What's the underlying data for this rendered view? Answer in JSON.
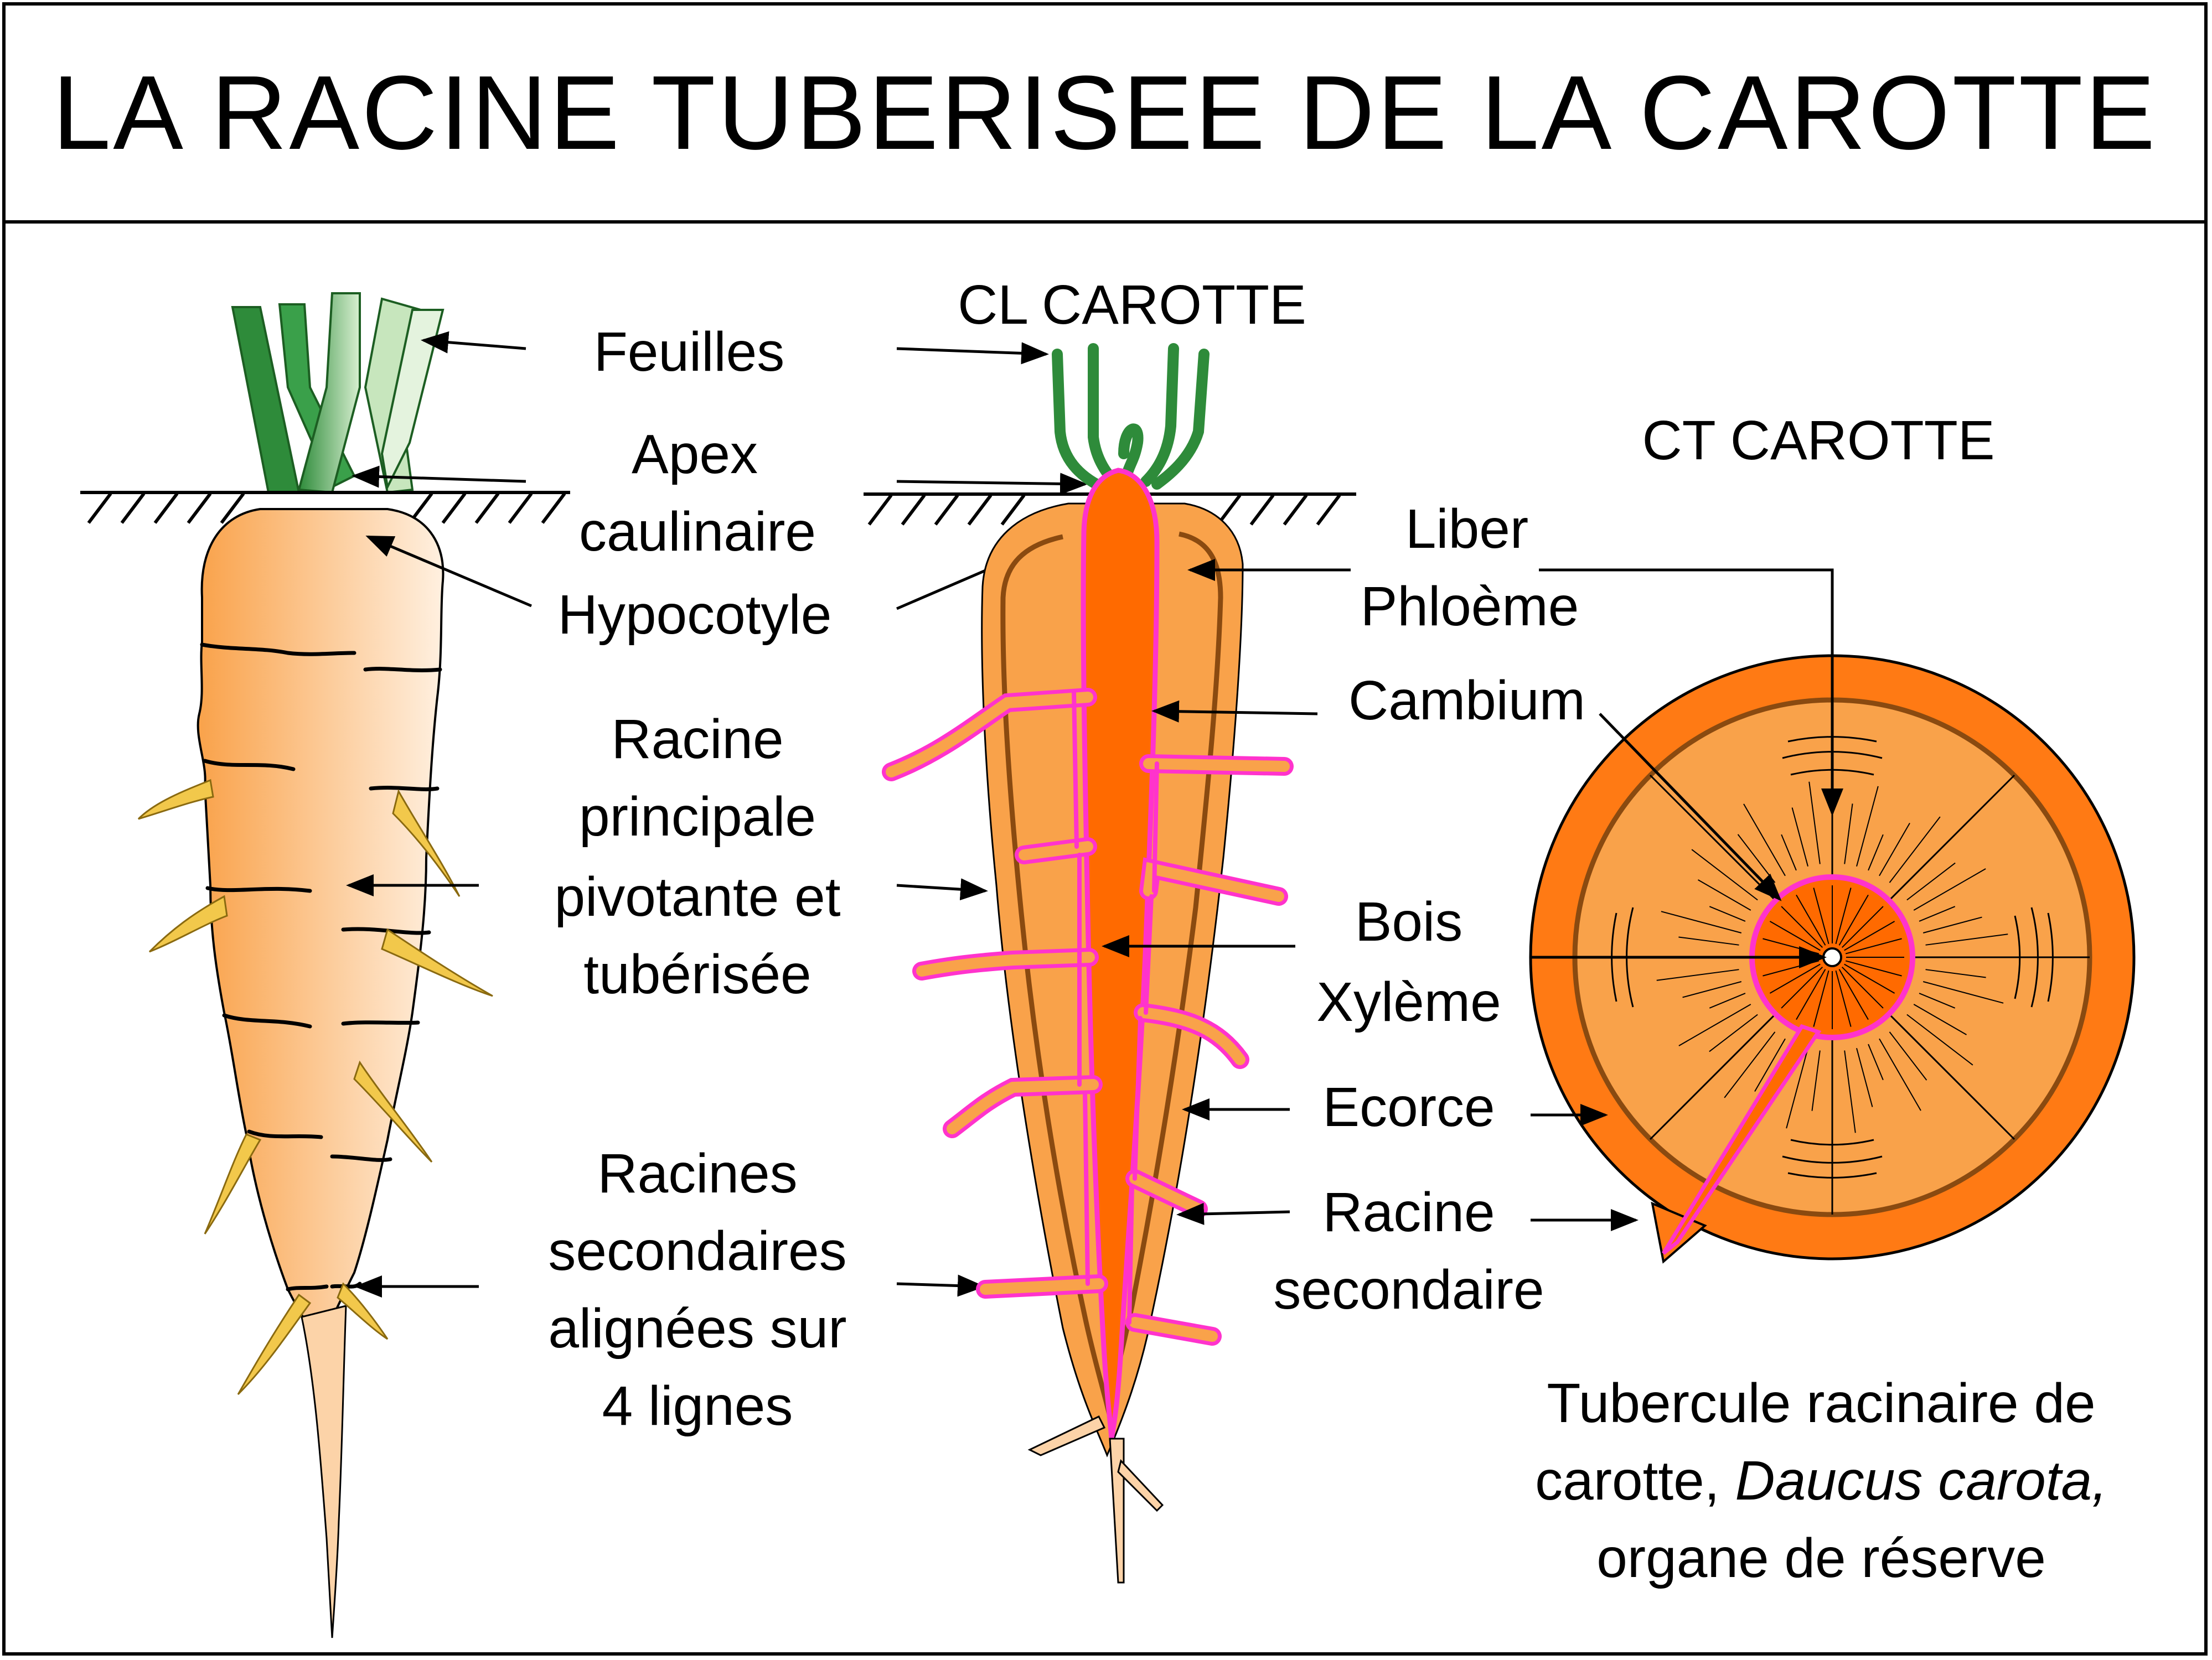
{
  "title": "LA RACINE TUBERISEE DE LA CAROTTE",
  "headers": {
    "cl": "CL CAROTTE",
    "ct": "CT CAROTTE"
  },
  "labels_left": {
    "feuilles": "Feuilles",
    "apex": [
      "Apex",
      "caulinaire"
    ],
    "hypocotyle": "Hypocotyle",
    "racine_principale": [
      "Racine",
      "principale",
      "pivotante et",
      "tubérisée"
    ],
    "racines_secondaires": [
      "Racines",
      "secondaires",
      "alignées sur",
      "4 lignes"
    ]
  },
  "labels_right": {
    "liber": [
      "Liber",
      "Phloème"
    ],
    "cambium": "Cambium",
    "bois": [
      "Bois",
      "Xylème"
    ],
    "ecorce": "Ecorce",
    "racine_secondaire": [
      "Racine",
      "secondaire"
    ]
  },
  "caption": {
    "line1": "Tubercule racinaire de",
    "line2_prefix": "carotte, ",
    "line2_italic": "Daucus carota,",
    "line3": "organe de réserve"
  },
  "colors": {
    "carrot_light": "#fde2c2",
    "carrot_mid": "#f9a24a",
    "carrot_core": "#ff6a00",
    "cambium_pink": "#ff33cc",
    "leaf_green": "#2e8b3a",
    "leaf_light": "#b9e0b0",
    "rootlet_yellow": "#f2c84b",
    "ring_dark": "#8a4a10"
  }
}
